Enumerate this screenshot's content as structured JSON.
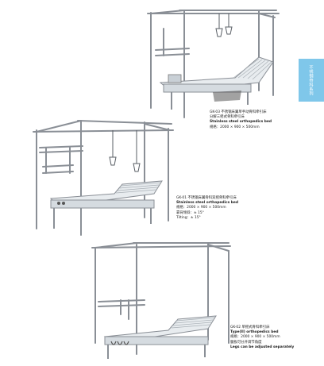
{
  "side_tab": {
    "label": "不锈钢骨科系列"
  },
  "products": [
    {
      "model_line": "GK-03 不锈钢床翼单手动骨科牵引床",
      "model_line_2": "分解三摇式骨科牵引床",
      "english_name": "Stainless steel orthopedics bed",
      "spec": "规格：2000 × 900 × 500mm"
    },
    {
      "model_line": "GK-01 不锈钢床翼骨科双摇骨科牵引床",
      "english_name": "Stainless steel orthopedics bed",
      "spec": "规格：2000 × 900 × 500mm",
      "angle_back": "靠背倾斜：± 15°",
      "tilting": "Tilting：± 15°"
    },
    {
      "model_line": "GK-02 单摇式骨科牵引床",
      "english_name": "Type(II) orthopedics bed",
      "spec": "规格：2000 × 900 × 500mm",
      "option": "腿板可分开调节角度",
      "option_en": "Legs can be adjusted separately"
    }
  ]
}
